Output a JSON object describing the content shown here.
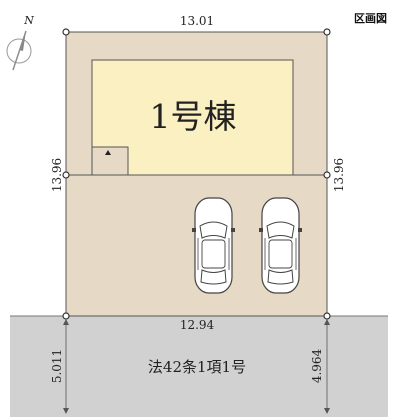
{
  "title": "区画図",
  "north_label": "N",
  "building_label": "1号棟",
  "road_label": "法42条1項1号",
  "dimensions": {
    "top": "13.01",
    "bottom": "12.94",
    "left": "13.96",
    "right": "13.96",
    "road_left": "5.011",
    "road_right": "4.964"
  },
  "colors": {
    "lot": "#e6d9c6",
    "building": "#fbf0c2",
    "road": "#d1d1d1",
    "outline": "#555555"
  },
  "parking_spaces": 2
}
